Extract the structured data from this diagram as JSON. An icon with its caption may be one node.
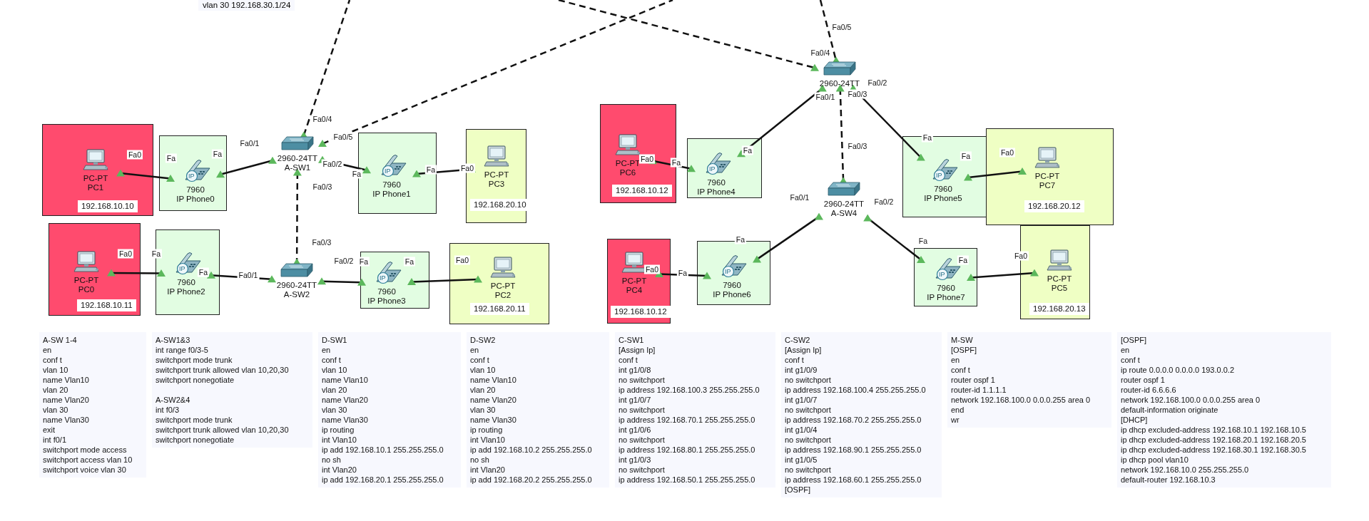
{
  "diagram": {
    "nodes": [
      {
        "text": [
          "192.168.10.10"
        ]
      },
      {
        "text": [
          "PC-PT",
          "PC1"
        ],
        "in": 0
      },
      {
        "text": [],
        "shape": "box"
      },
      {
        "text": [
          "IP",
          "7960",
          "IP Phone0"
        ],
        "in": 2
      },
      {
        "text": [
          "2960-24TT",
          "A-SW1"
        ]
      },
      {
        "text": [],
        "shape": "box"
      },
      {
        "text": [
          "IP",
          "7960",
          "IP Phone1"
        ],
        "in": 5
      },
      {
        "text": [
          "192.168.20.10"
        ]
      },
      {
        "text": [
          "PC-PT",
          "PC3"
        ],
        "in": 7
      },
      {
        "text": [
          "192.168.10.11"
        ]
      },
      {
        "text": [
          "PC-PT",
          "PC0"
        ],
        "in": 9
      },
      {
        "text": [],
        "shape": "box"
      },
      {
        "text": [
          "IP",
          "7960",
          "IP Phone2"
        ],
        "in": 11
      },
      {
        "text": [
          "2960-24TT",
          "A-SW2"
        ]
      },
      {
        "text": [],
        "shape": "box"
      },
      {
        "text": [
          "IP",
          "7960",
          "IP Phone3"
        ],
        "in": 14
      },
      {
        "text": [
          "192.168.20.11"
        ]
      },
      {
        "text": [
          "PC-PT",
          "PC2"
        ],
        "in": 16
      },
      {
        "text": [
          "2960-24TT"
        ]
      },
      {
        "text": [
          "192.168.10.12"
        ]
      },
      {
        "text": [
          "PC-PT",
          "PC6"
        ],
        "in": 19
      },
      {
        "text": [],
        "shape": "box"
      },
      {
        "text": [
          "IP",
          "7960",
          "IP Phone4"
        ],
        "in": 21
      },
      {
        "text": [],
        "shape": "box"
      },
      {
        "text": [
          "IP",
          "7960",
          "IP Phone5"
        ],
        "in": 23
      },
      {
        "text": [
          "192.168.20.12"
        ]
      },
      {
        "text": [
          "PC-PT",
          "PC7"
        ],
        "in": 25
      },
      {
        "text": [
          "2960-24TT",
          "A-SW4"
        ]
      },
      {
        "text": [
          "192.168.10.12"
        ]
      },
      {
        "text": [
          "PC-PT",
          "PC4"
        ],
        "in": 28
      },
      {
        "text": [],
        "shape": "box"
      },
      {
        "text": [
          "IP",
          "7960",
          "IP Phone6"
        ],
        "in": 30
      },
      {
        "text": [],
        "shape": "box"
      },
      {
        "text": [
          "IP",
          "7960",
          "IP Phone7"
        ],
        "in": 32
      },
      {
        "text": [
          "192.168.20.13"
        ]
      },
      {
        "text": [
          "PC-PT",
          "PC5"
        ],
        "in": 34
      }
    ],
    "edges": [
      {
        "from": 1,
        "to": 3,
        "arrow": "other"
      },
      {
        "from": 3,
        "to": 4,
        "arrow": "other"
      },
      {
        "from": 4,
        "to": 6,
        "arrow": "other"
      },
      {
        "from": 6,
        "to": 8,
        "arrow": "other"
      },
      {
        "from": 4,
        "to": 13,
        "arrow": "other",
        "style": "dashed"
      },
      {
        "from": 10,
        "to": 12,
        "arrow": "other"
      },
      {
        "from": 12,
        "to": 13,
        "arrow": "other"
      },
      {
        "from": 13,
        "to": 15,
        "arrow": "other"
      },
      {
        "from": 15,
        "to": 17,
        "arrow": "other"
      },
      {
        "from": 4,
        "to": null,
        "arrow": "other",
        "style": "dashed"
      },
      {
        "from": 4,
        "to": null,
        "arrow": "other",
        "style": "dashed"
      },
      {
        "from": null,
        "to": 18,
        "arrow": "other",
        "style": "dashed"
      },
      {
        "from": null,
        "to": 18,
        "arrow": "other",
        "style": "dashed"
      },
      {
        "from": 18,
        "to": 22,
        "arrow": "other"
      },
      {
        "from": 18,
        "to": 27,
        "arrow": "other",
        "style": "dashed"
      },
      {
        "from": 18,
        "to": 24,
        "arrow": "other"
      },
      {
        "from": 20,
        "to": 22,
        "arrow": "other"
      },
      {
        "from": 24,
        "to": 26,
        "arrow": "other"
      },
      {
        "from": 27,
        "to": 31,
        "arrow": "other"
      },
      {
        "from": 27,
        "to": 33,
        "arrow": "other"
      },
      {
        "from": 29,
        "to": 31,
        "arrow": "other"
      },
      {
        "from": 33,
        "to": 35,
        "arrow": "other"
      }
    ],
    "labels": [
      "vlan 30 192.168.30.1/24",
      "Fa0",
      "Fa",
      "Fa",
      "Fa0/1",
      "Fa0/2",
      "Fa",
      "Fa",
      "Fa0",
      "Fa0/3",
      "Fa0/3",
      "Fa0",
      "Fa",
      "Fa",
      "Fa0/1",
      "Fa0/2",
      "Fa",
      "Fa",
      "Fa0",
      "Fa0/4",
      "Fa0/5",
      "Fa0/4",
      "Fa0/5",
      "Fa0/1",
      "Fa",
      "Fa0/3",
      "Fa0/3",
      "Fa0/2",
      "Fa",
      "Fa0",
      "Fa",
      "Fa",
      "Fa0",
      "Fa0/1",
      "Fa",
      "Fa0/2",
      "Fa",
      "Fa0",
      "Fa",
      "Fa",
      "Fa0",
      "A-SW 1-4",
      "en",
      "conf t",
      "vlan 10",
      "name Vlan10",
      "vlan 20",
      "name Vlan20",
      "vlan 30",
      "name Vlan30",
      "exit",
      "int f0/1",
      "switchport mode access",
      "switchport access vlan 10",
      "switchport voice vlan 30",
      "A-SW1&3",
      "int range f0/3-5",
      "switchport mode trunk",
      "switchport trunk allowed vlan 10,20,30",
      "switchport nonegotiate",
      "A-SW2&4",
      "int f0/3",
      "switchport mode trunk",
      "switchport trunk allowed vlan 10,20,30",
      "switchport nonegotiate",
      "D-SW1",
      "en",
      "conf t",
      "vlan 10",
      "name Vlan10",
      "vlan 20",
      "name Vlan20",
      "vlan 30",
      "name Vlan30",
      "ip routing",
      "int Vlan10",
      "ip add 192.168.10.1 255.255.255.0",
      "no sh",
      "int Vlan20",
      "ip add 192.168.20.1 255.255.255.0",
      "D-SW2",
      "en",
      "conf t",
      "vlan 10",
      "name Vlan10",
      "vlan 20",
      "name Vlan20",
      "vlan 30",
      "name Vlan30",
      "ip routing",
      "int Vlan10",
      "ip add 192.168.10.2 255.255.255.0",
      "no sh",
      "int Vlan20",
      "ip add 192.168.20.2 255.255.255.0",
      "C-SW1",
      "[Assign Ip]",
      "conf t",
      "int g1/0/8",
      "no switchport",
      "ip address 192.168.100.3 255.255.255.0",
      "int g1/0/7",
      "no switchport",
      "ip address 192.168.70.1 255.255.255.0",
      "int g1/0/6",
      "no switchport",
      "ip address 192.168.80.1 255.255.255.0",
      "int g1/0/3",
      "no switchport",
      "ip address 192.168.50.1 255.255.255.0",
      "C-SW2",
      "[Assign Ip]",
      "conf t",
      "int g1/0/9",
      "no switchport",
      "ip address 192.168.100.4 255.255.255.0",
      "int g1/0/7",
      "no switchport",
      "ip address 192.168.70.2 255.255.255.0",
      "int g1/0/4",
      "no switchport",
      "ip address 192.168.90.1 255.255.255.0",
      "int g1/0/5",
      "no switchport",
      "ip address 192.168.60.1 255.255.255.0",
      "[OSPF]",
      "M-SW",
      "[OSPF]",
      "en",
      "conf t",
      "router ospf 1",
      "router-id 1.1.1.1",
      "network 192.168.100.0 0.0.0.255 area 0",
      "end",
      "wr",
      "[OSPF]",
      "en",
      "conf t",
      "ip route 0.0.0.0 0.0.0.0 193.0.0.2",
      "router ospf 1",
      "router-id 6.6.6.6",
      "network 192.168.100.0 0.0.0.255 area 0",
      "default-information originate",
      "[DHCP]",
      "ip dhcp excluded-address 192.168.10.1 192.168.10.5",
      "ip dhcp excluded-address 192.168.20.1 192.168.20.5",
      "ip dhcp excluded-address 192.168.30.1 192.168.30.5",
      "ip dhcp pool vlan10",
      "network 192.168.10.0 255.255.255.0",
      "default-router 192.168.10.3"
    ]
  }
}
